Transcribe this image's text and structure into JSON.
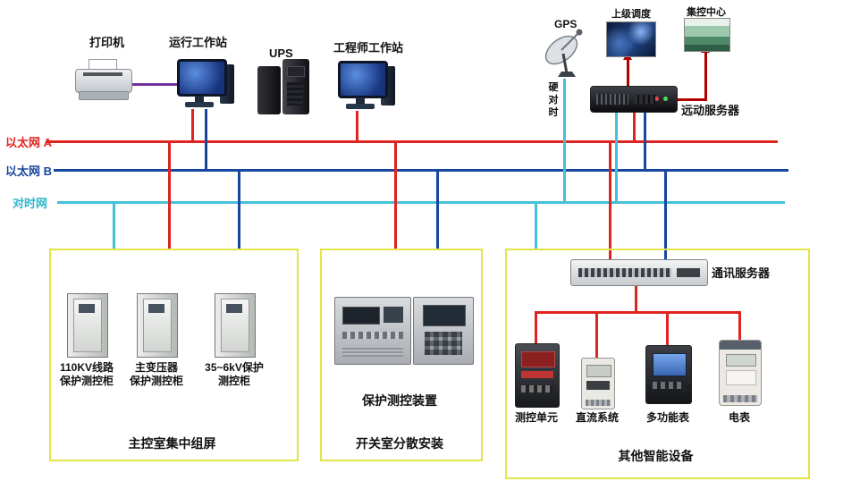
{
  "top": {
    "printer_label": "打印机",
    "operator_ws_label": "运行工作站",
    "ups_label": "UPS",
    "engineer_ws_label": "工程师工作站",
    "gps_label": "GPS",
    "dispatch_label": "上级调度",
    "control_center_label": "集控中心",
    "remote_server_label": "远动服务器",
    "hard_time_sync_label": "硬\n对\n时"
  },
  "buses": {
    "ethernet_a": "以太网 A",
    "ethernet_b": "以太网 B",
    "time_net": "对时网"
  },
  "left_box": {
    "title": "主控室集中组屏",
    "cabinet1_label": "110KV线路\n保护测控柜",
    "cabinet2_label": "主变压器\n保护测控柜",
    "cabinet3_label": "35~6kV保护\n测控柜"
  },
  "middle_box": {
    "title": "开关室分散安装",
    "device_label": "保护测控装置"
  },
  "right_box": {
    "title": "其他智能设备",
    "comm_server_label": "通讯服务器",
    "device1_label": "测控单元",
    "device2_label": "直流系统",
    "device3_label": "多功能表",
    "device4_label": "电表"
  },
  "colors": {
    "ethernet_a": "#e02421",
    "ethernet_b": "#17479e",
    "time_net": "#45c0d6",
    "printer_link": "#7030a0",
    "uplink_arrow": "#b00000",
    "distribution": "#e02421",
    "box_border": "#e3e34a"
  }
}
